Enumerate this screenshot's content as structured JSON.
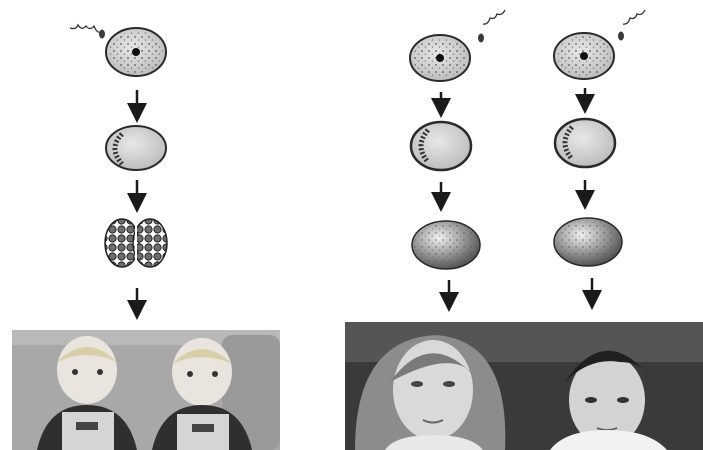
{
  "diagram": {
    "left_column": {
      "kind": "identical-twins",
      "stages": [
        "sperm-fertilizing-egg",
        "zygote",
        "dividing-embryo-split",
        "identical-twin-boys-photo"
      ]
    },
    "right_columns": {
      "kind": "fraternal-twins",
      "stages": [
        "two-sperm-fertilizing-two-eggs",
        "two-zygotes",
        "two-embryos",
        "fraternal-twins-girl-and-boy-photo"
      ]
    },
    "colors": {
      "cell_fill": "#d4d4d4",
      "cell_outline": "#2a2a2a",
      "arrow": "#1a1a1a",
      "photo_bg_left": "#c8c8c8",
      "photo_bg_right": "#2e2e2e"
    }
  }
}
